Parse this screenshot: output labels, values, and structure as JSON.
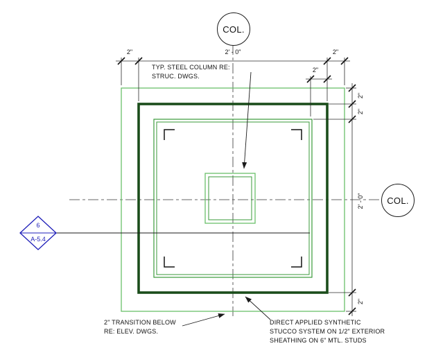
{
  "markers": {
    "col_top": "COL.",
    "col_right": "COL.",
    "section": {
      "number": "6",
      "sheet": "A-5.4"
    }
  },
  "dimensions": {
    "top": {
      "outer_left": "2\"",
      "overall": "2' - 0\"",
      "outer_right": "2\"",
      "inner": "2\""
    },
    "right": {
      "outer_top": "2\"",
      "inner_top": "2\"",
      "overall": "2' - 0\"",
      "outer_bottom": "2\""
    }
  },
  "notes": {
    "steel_column": [
      "TYP. STEEL COLUMN RE:",
      "STRUC. DWGS."
    ],
    "transition": [
      "2\" TRANSITION BELOW",
      "RE: ELEV. DWGS."
    ],
    "stucco": [
      "DIRECT APPLIED SYNTHETIC",
      "STUCCO SYSTEM ON 1/2\" EXTERIOR",
      "SHEATHING ON 6\" MTL. STUDS"
    ]
  },
  "colors": {
    "light_green": "#6abf69",
    "medium_green": "#3a9a3a",
    "dark_green": "#1b4d1b",
    "marker_blue": "#1d1db8",
    "line_black": "#333333"
  }
}
